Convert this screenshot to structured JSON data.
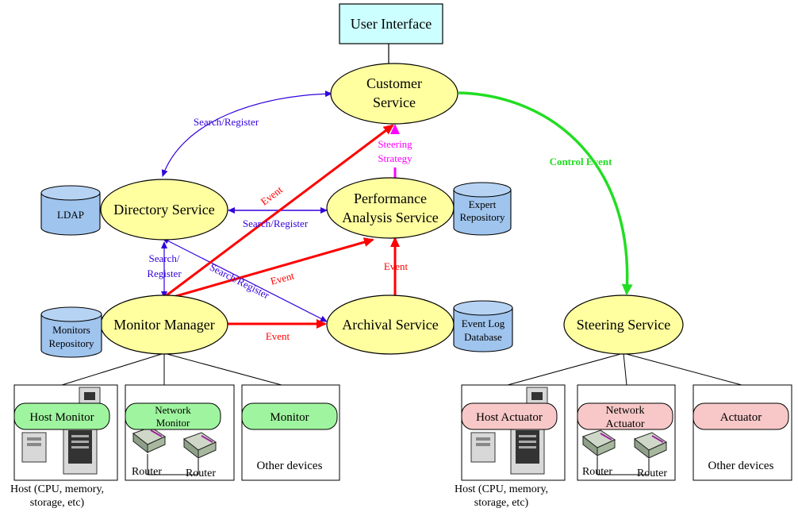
{
  "nodes": {
    "user_interface": "User Interface",
    "customer_service": [
      "Customer",
      "Service"
    ],
    "directory_service": "Directory Service",
    "performance_analysis": [
      "Performance",
      "Analysis Service"
    ],
    "monitor_manager": "Monitor Manager",
    "archival_service": "Archival Service",
    "steering_service": "Steering Service"
  },
  "repositories": {
    "ldap": "LDAP",
    "expert": [
      "Expert",
      "Repository"
    ],
    "monitors": [
      "Monitors",
      "Repository"
    ],
    "event_log": [
      "Event Log",
      "Database"
    ]
  },
  "edges": {
    "search_register": "Search/Register",
    "search_register_split": [
      "Search/",
      "Register"
    ],
    "event": "Event",
    "steering_strategy": [
      "Steering",
      "Strategy"
    ],
    "control_event": "Control Event"
  },
  "monitors": {
    "host_monitor": "Host Monitor",
    "network_monitor": [
      "Network",
      "Monitor"
    ],
    "monitor": "Monitor"
  },
  "actuators": {
    "host_actuator": "Host Actuator",
    "network_actuator": [
      "Network",
      "Actuator"
    ],
    "actuator": "Actuator"
  },
  "devices": {
    "host_caption": [
      "Host (CPU, memory,",
      "storage, etc)"
    ],
    "router": "Router",
    "other_devices": "Other devices"
  },
  "colors": {
    "search_register": "#3300dd",
    "event": "#ff0000",
    "steering_strategy": "#ff00ff",
    "control_event": "#22dd22",
    "service_fill": "#ffffa0",
    "repository_fill": "#9fc4ee",
    "ui_fill": "#ccffff"
  }
}
